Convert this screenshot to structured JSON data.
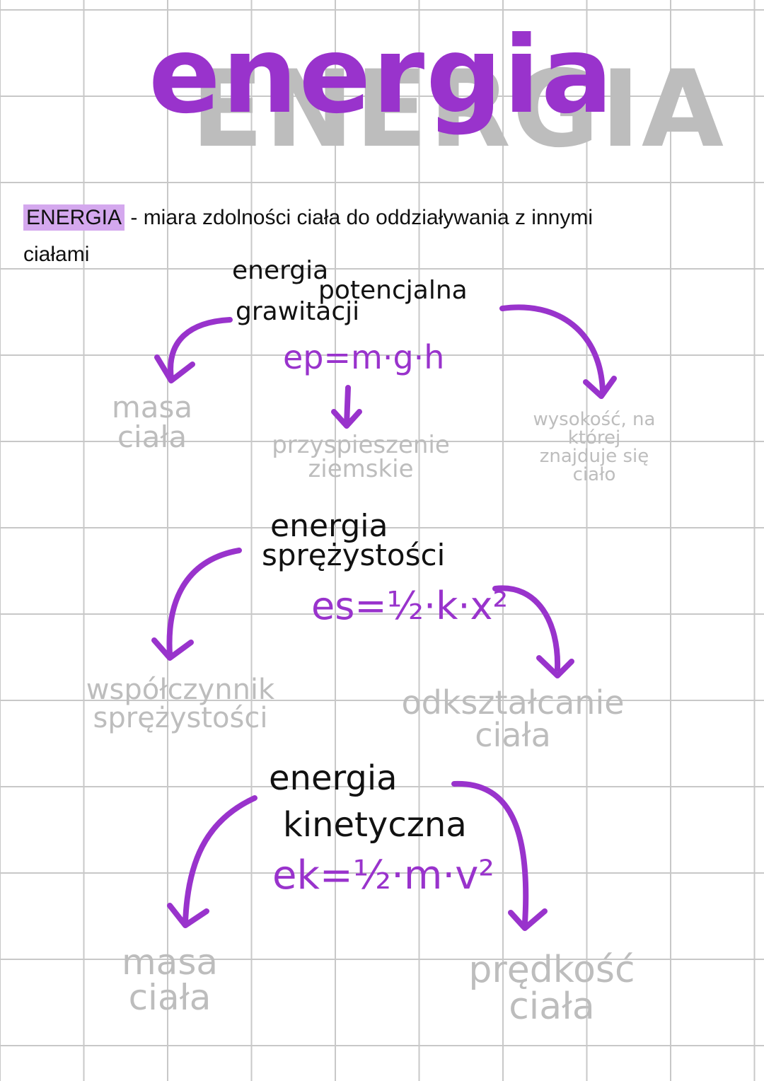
{
  "title": "energia",
  "definition": {
    "term": "ENERGIA",
    "text": " - miara zdolności ciała do oddziaływania z innymi ciałami"
  },
  "sections": [
    {
      "heading": [
        "energia",
        "potencjalna",
        "grawitacji"
      ],
      "formula": "ep=m·g·h",
      "labels": [
        "masa ciała",
        "przyspieszenie ziemskie",
        "wysokość, na której znajduje się ciało"
      ]
    },
    {
      "heading": [
        "energia",
        "sprężystości"
      ],
      "formula": "es=½·k·x²",
      "labels": [
        "współczynnik sprężystości",
        "odkształcanie ciała"
      ]
    },
    {
      "heading": [
        "energia",
        "kinetyczna"
      ],
      "formula": "ek=½·m·v²",
      "labels": [
        "masa ciała",
        "prędkość ciała"
      ]
    }
  ],
  "colors": {
    "accent": "#9933cc",
    "gray": "#bdbdbd",
    "highlight": "#d4a8ee"
  }
}
